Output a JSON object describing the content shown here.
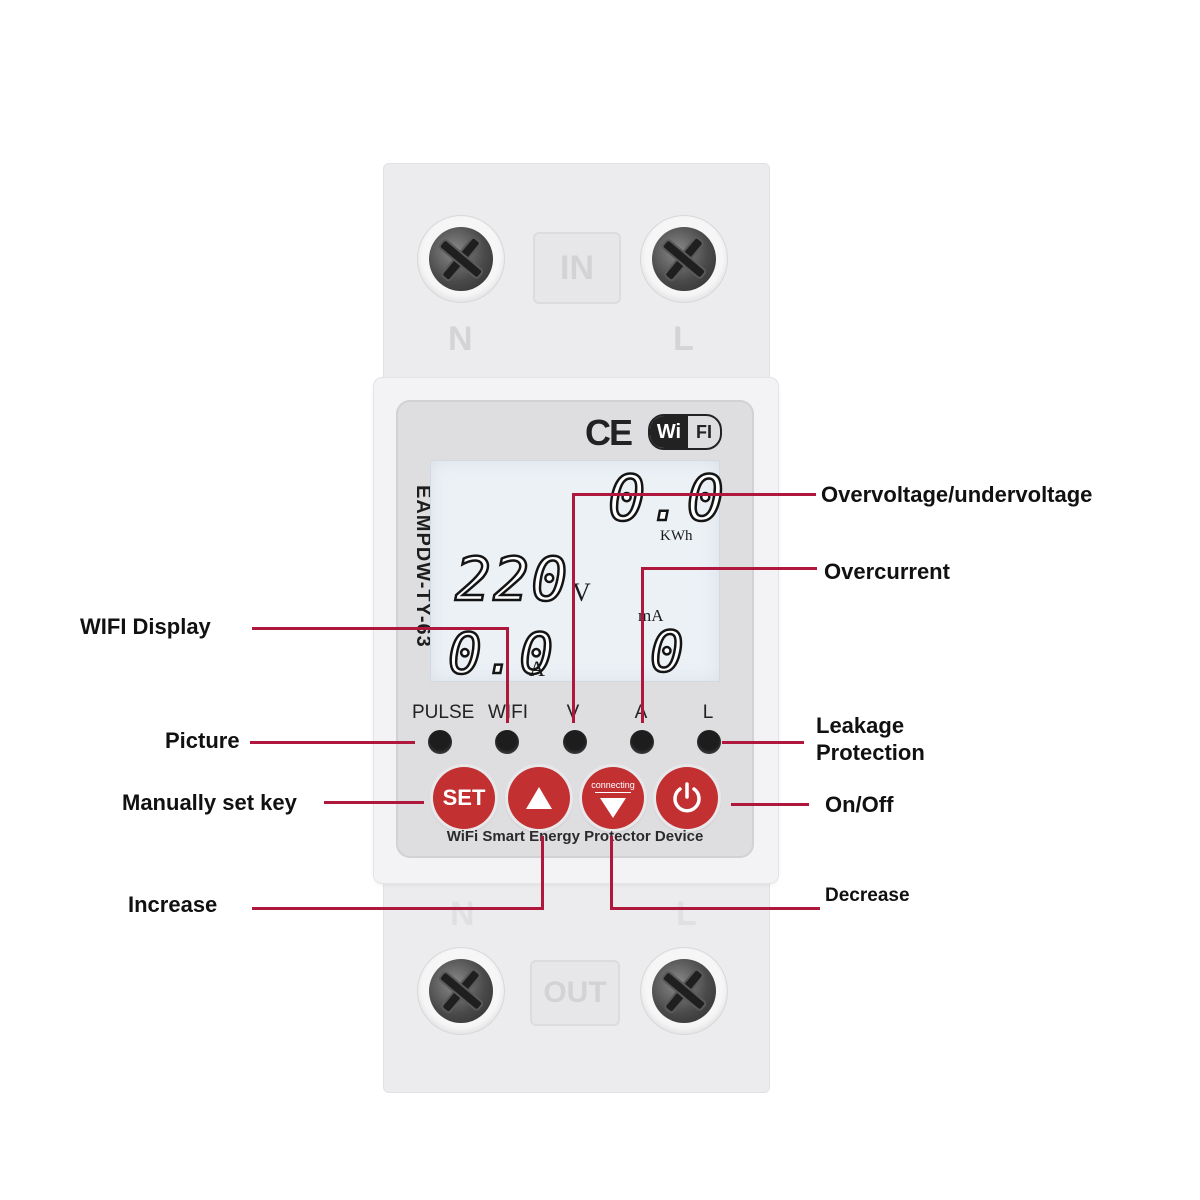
{
  "device": {
    "model": "EAMPDW-TY-63",
    "name": "WiFi Smart Energy Protector Device",
    "ce_mark": "CE",
    "wifi_badge_wi": "Wi",
    "wifi_badge_fi": "FI",
    "top_port_label": "IN",
    "bottom_port_label": "OUT",
    "terminal_left": "N",
    "terminal_right": "L"
  },
  "lcd": {
    "energy_value": "0.0",
    "energy_unit": "KWh",
    "voltage_value": "220",
    "voltage_unit": "V",
    "current_value": "0.0",
    "current_unit": "A",
    "leakage_value": "0",
    "leakage_unit": "mA"
  },
  "indicators": [
    "PULSE",
    "WIFI",
    "V",
    "A",
    "L"
  ],
  "buttons": {
    "set_label": "SET",
    "down_label": "connecting"
  },
  "callouts": {
    "overvoltage": "Overvoltage/undervoltage",
    "overcurrent": "Overcurrent",
    "wifi_display": "WIFI Display",
    "picture": "Picture",
    "leakage_line1": "Leakage",
    "leakage_line2": "Protection",
    "manual_set": "Manually set key",
    "on_off": "On/Off",
    "increase": "Increase",
    "decrease": "Decrease"
  },
  "colors": {
    "accent_line": "#b0173c",
    "button_red": "#c23032",
    "lcd_background": "#ecf1f6"
  }
}
